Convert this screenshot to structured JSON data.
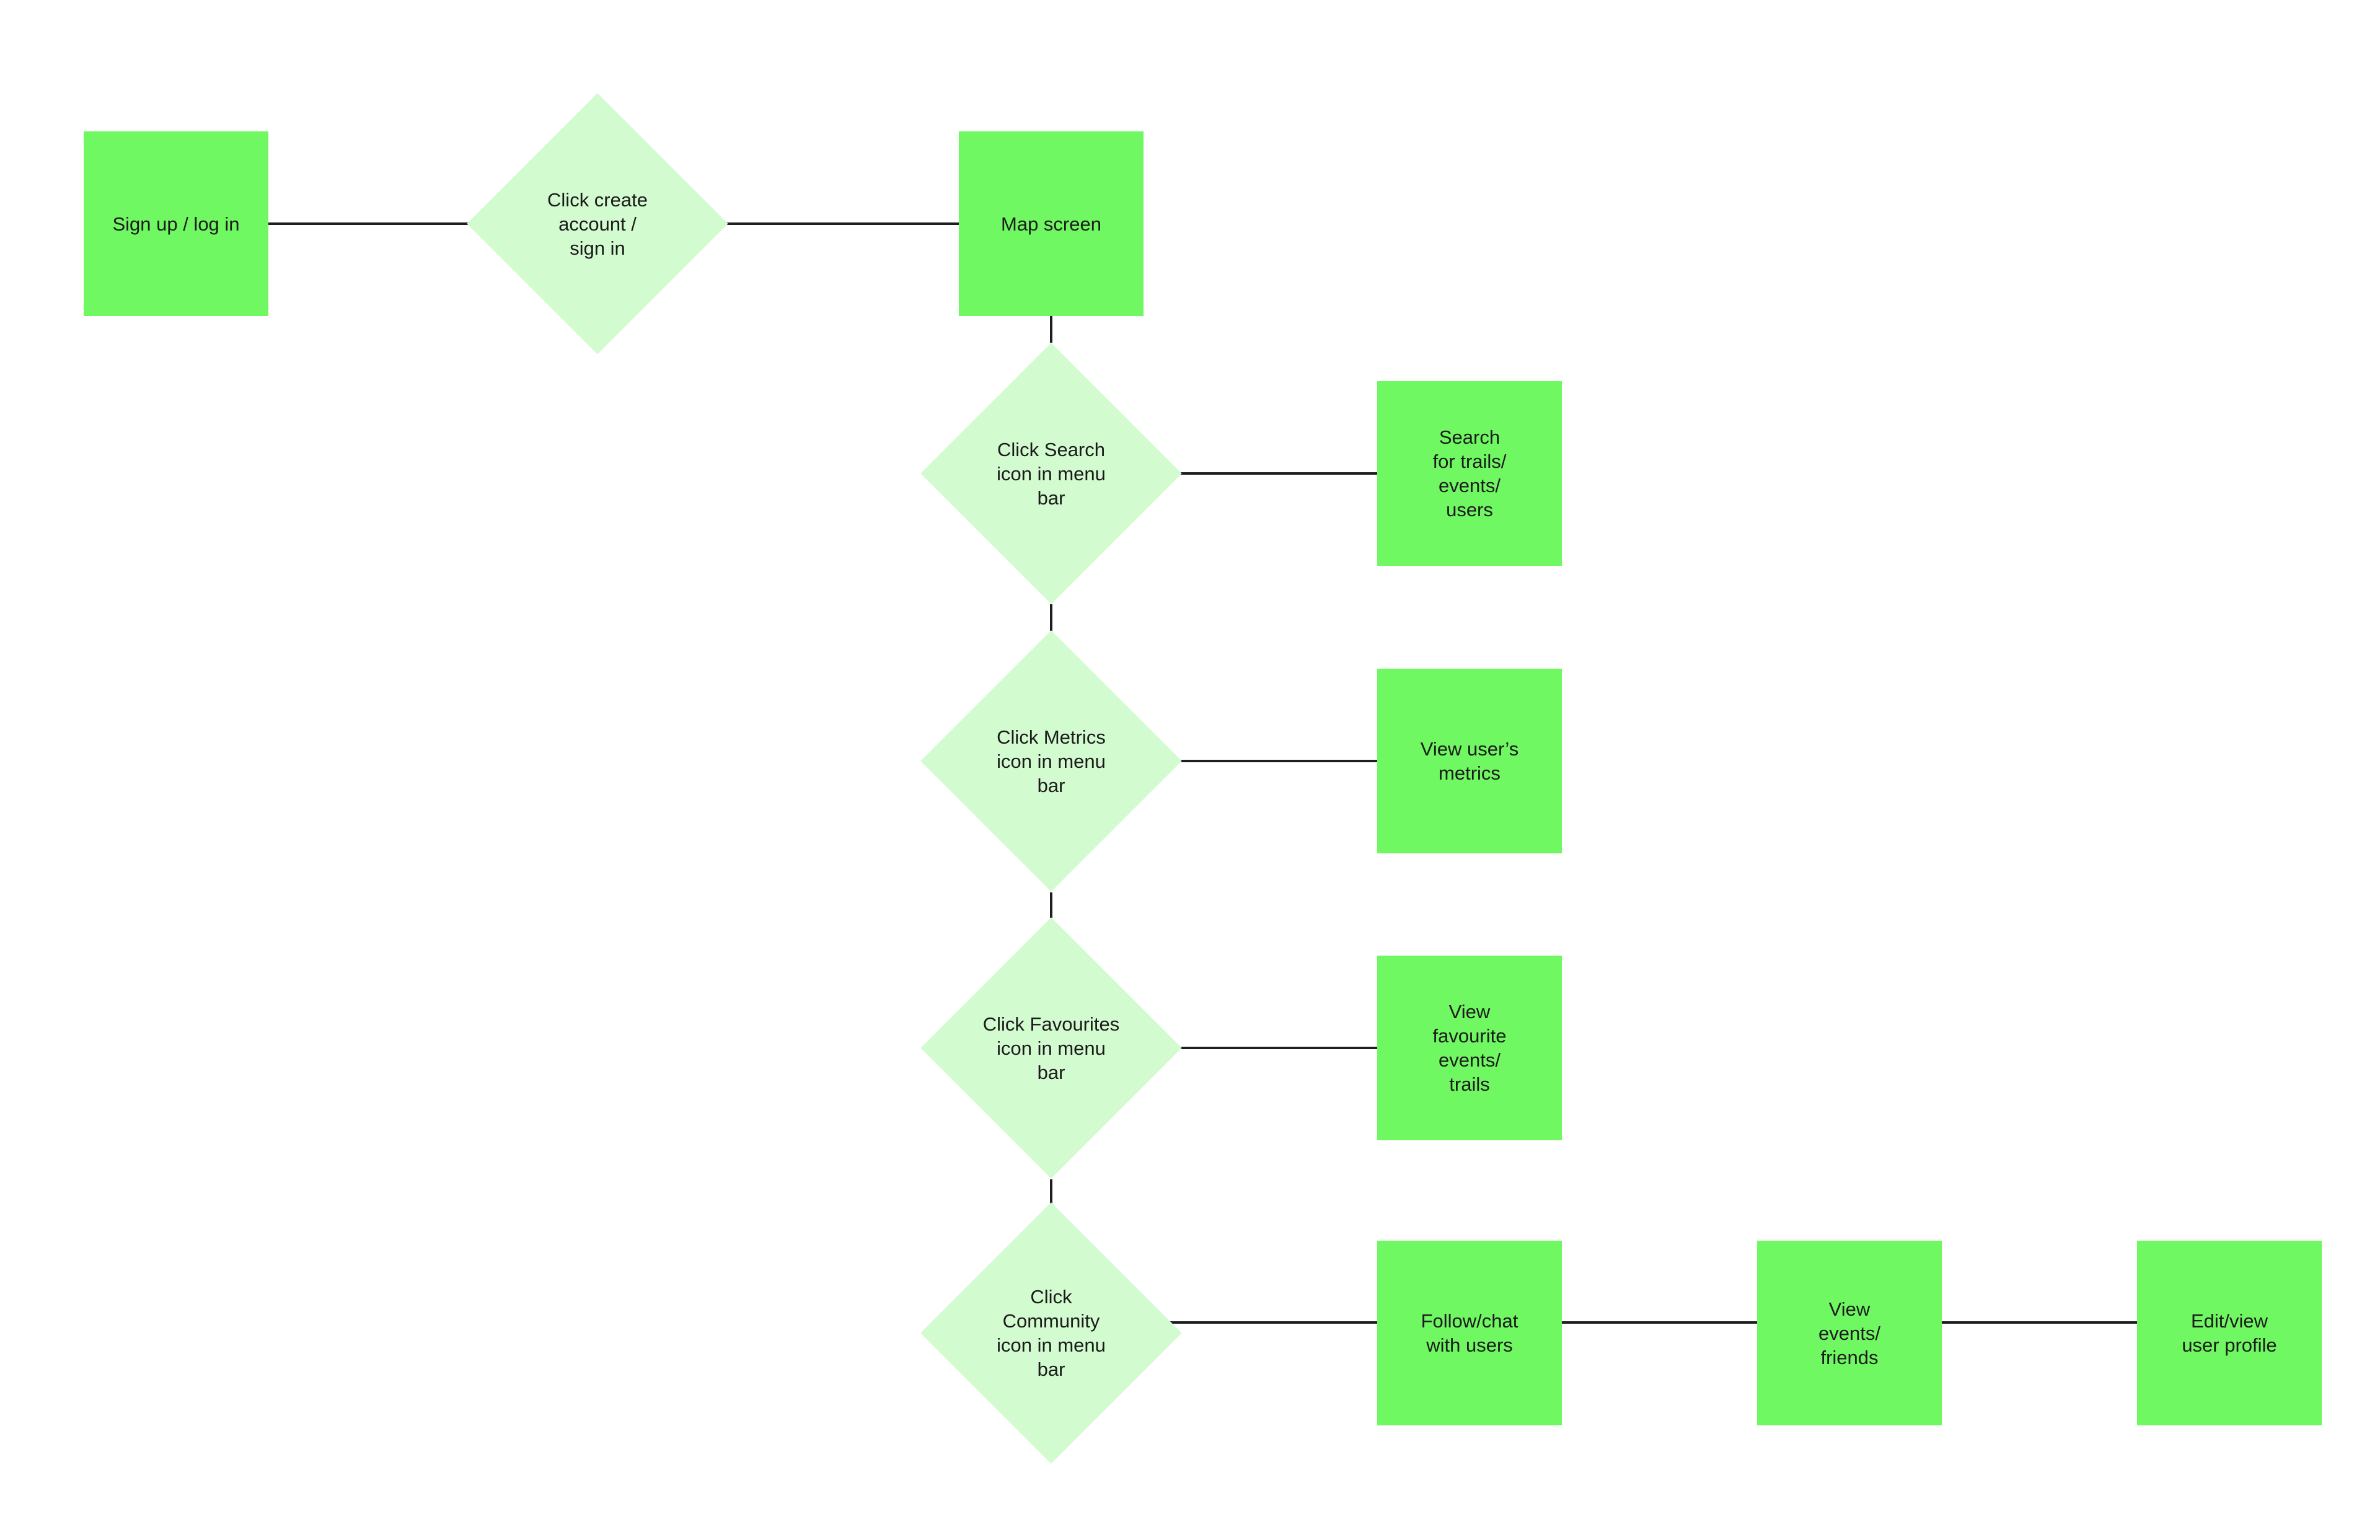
{
  "colors": {
    "box": "#6ff861",
    "diamond": "#d3fbd0",
    "connector": "#1e1e1e",
    "background": "#ffffff"
  },
  "nodes": {
    "signup": "Sign up / log in",
    "create_account": "Click create\naccount /\nsign in",
    "map_screen": "Map screen",
    "click_search": "Click Search\nicon in menu\nbar",
    "search_result": "Search\nfor trails/\nevents/\nusers",
    "click_metrics": "Click Metrics\nicon in menu\nbar",
    "metrics_result": "View user’s\nmetrics",
    "click_favourites": "Click Favourites\nicon in menu\nbar",
    "favourites_result": "View\nfavourite\nevents/\ntrails",
    "click_community": "Click\nCommunity\nicon in menu\nbar",
    "community_result": "Follow/chat\nwith users",
    "view_events_friends": "View\nevents/\nfriends",
    "edit_profile": "Edit/view\nuser profile"
  }
}
